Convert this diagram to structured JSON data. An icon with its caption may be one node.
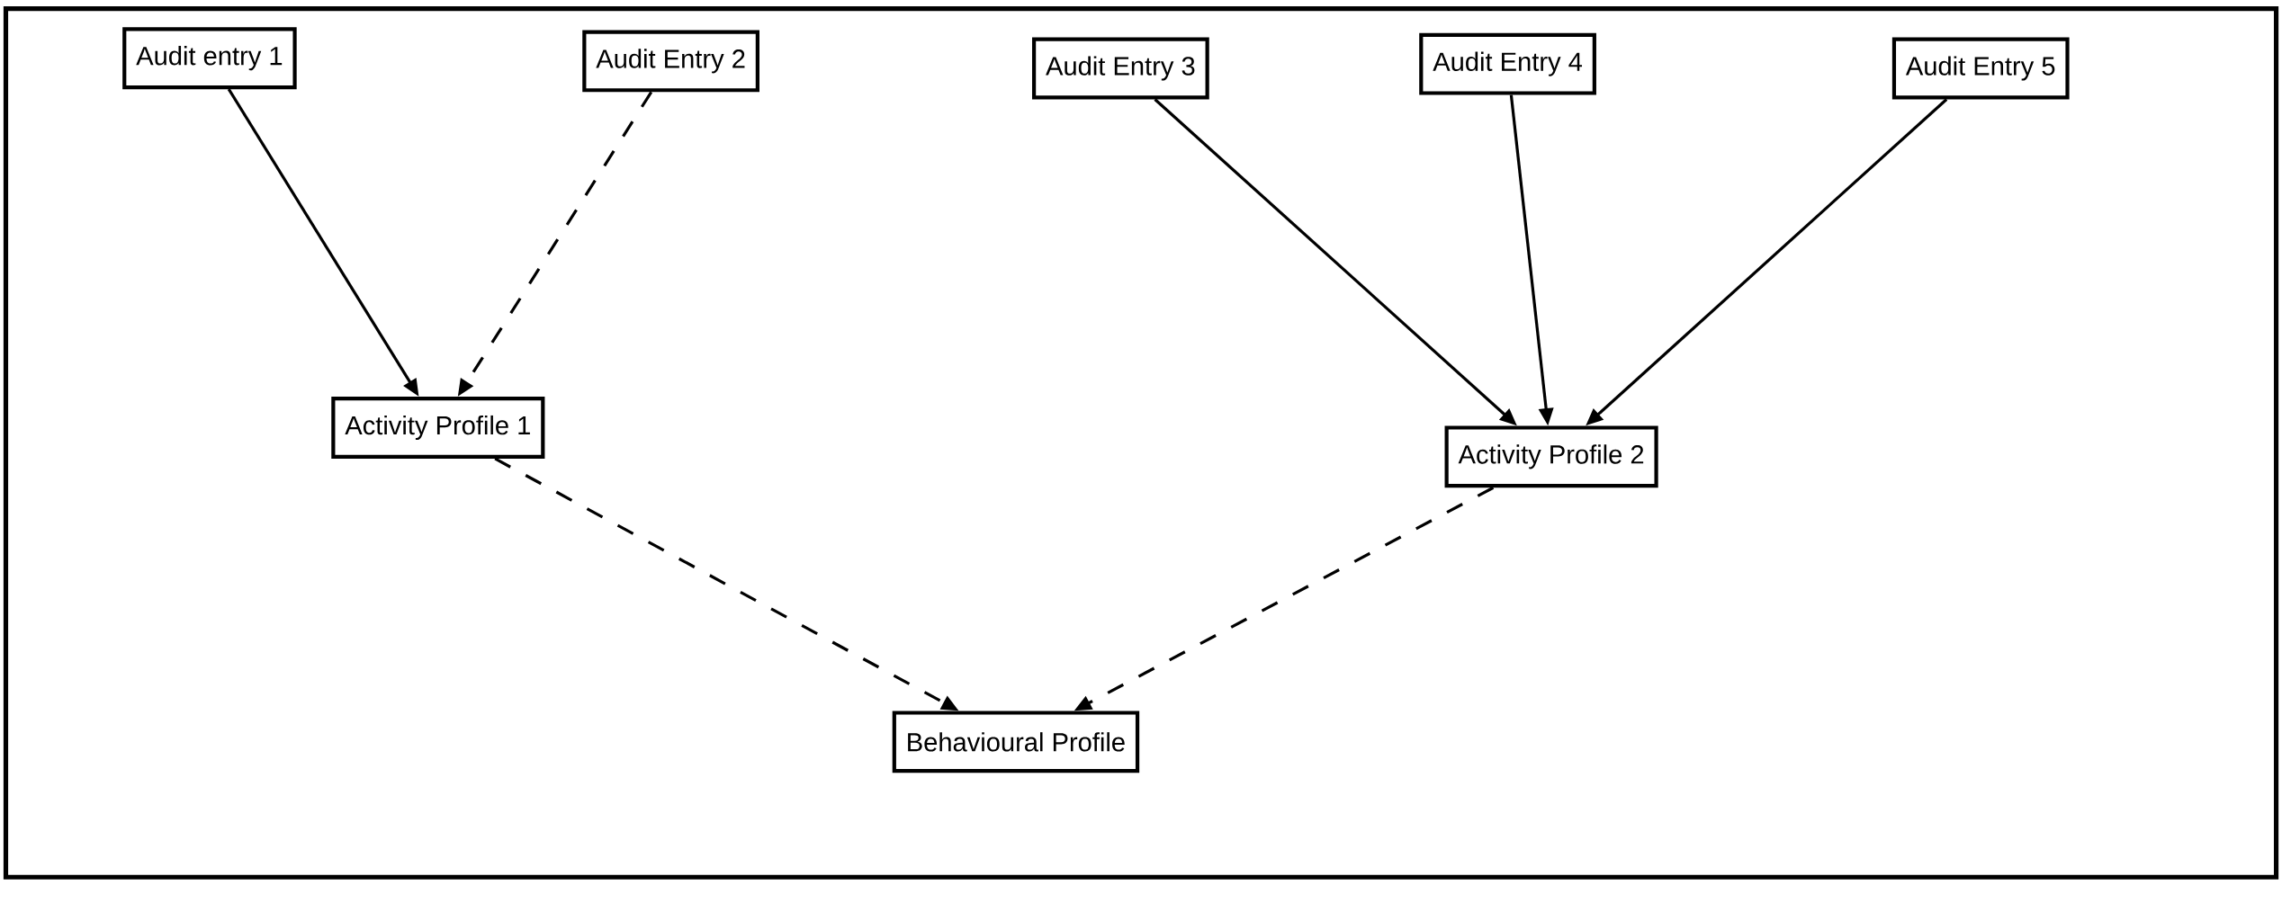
{
  "diagram": {
    "nodes": [
      {
        "text": [
          "Audit entry 1"
        ]
      },
      {
        "text": [
          "Audit Entry 2"
        ]
      },
      {
        "text": [
          "Audit Entry 3"
        ]
      },
      {
        "text": [
          "Audit Entry 4"
        ]
      },
      {
        "text": [
          "Audit Entry 5"
        ]
      },
      {
        "text": [
          "Activity Profile 1"
        ]
      },
      {
        "text": [
          "Activity Profile 2"
        ]
      },
      {
        "text": [
          "Behavioural Profile"
        ]
      }
    ],
    "edges": [
      {
        "from": 0,
        "to": 5,
        "arrow": "to"
      },
      {
        "from": 1,
        "to": 5,
        "arrow": "to",
        "style": "dashed"
      },
      {
        "from": 2,
        "to": 6,
        "arrow": "to"
      },
      {
        "from": 3,
        "to": 6,
        "arrow": "to"
      },
      {
        "from": 4,
        "to": 6,
        "arrow": "to"
      },
      {
        "from": 5,
        "to": 7,
        "arrow": "to",
        "style": "dashed"
      },
      {
        "from": 6,
        "to": 7,
        "arrow": "to",
        "style": "dashed"
      }
    ]
  }
}
